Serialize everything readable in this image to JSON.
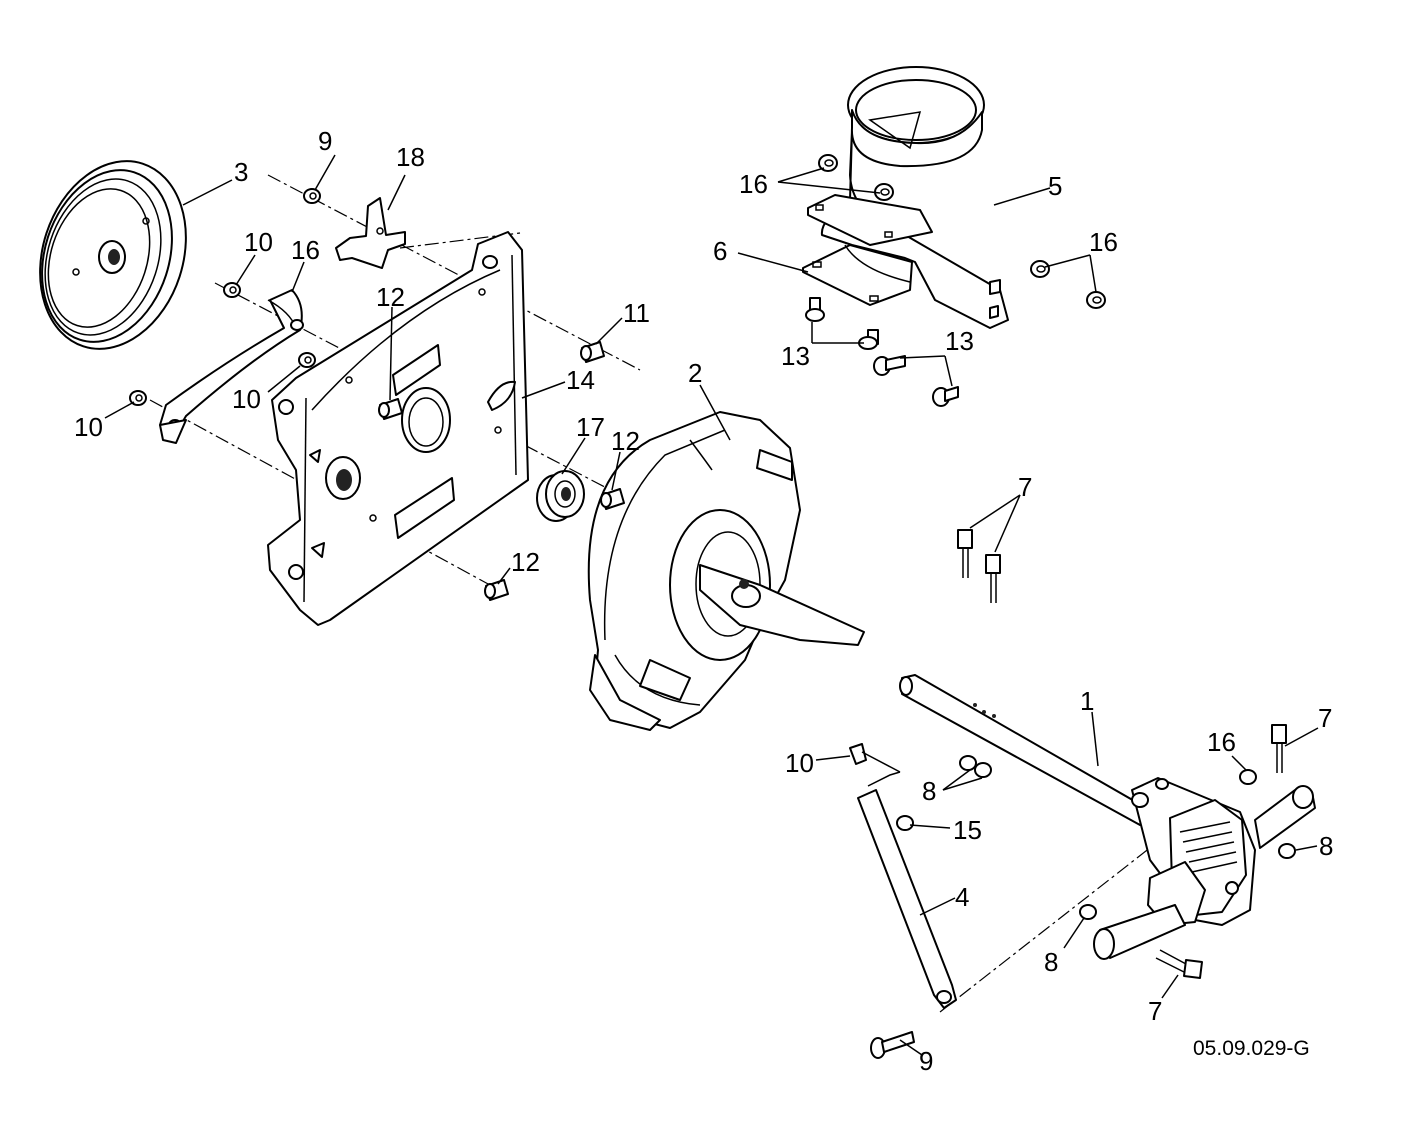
{
  "diagram": {
    "drawing_code": "05.09.029-G",
    "callouts": [
      {
        "id": "c1",
        "text": "1"
      },
      {
        "id": "c2",
        "text": "2"
      },
      {
        "id": "c3",
        "text": "3"
      },
      {
        "id": "c4",
        "text": "4"
      },
      {
        "id": "c5",
        "text": "5"
      },
      {
        "id": "c6",
        "text": "6"
      },
      {
        "id": "c7a",
        "text": "7"
      },
      {
        "id": "c7b",
        "text": "7"
      },
      {
        "id": "c7c",
        "text": "7"
      },
      {
        "id": "c8a",
        "text": "8"
      },
      {
        "id": "c8b",
        "text": "8"
      },
      {
        "id": "c8c",
        "text": "8"
      },
      {
        "id": "c9",
        "text": "9"
      },
      {
        "id": "c10a",
        "text": "10"
      },
      {
        "id": "c10b",
        "text": "10"
      },
      {
        "id": "c10c",
        "text": "10"
      },
      {
        "id": "c10d",
        "text": "10"
      },
      {
        "id": "c11",
        "text": "11"
      },
      {
        "id": "c12a",
        "text": "12"
      },
      {
        "id": "c12b",
        "text": "12"
      },
      {
        "id": "c12c",
        "text": "12"
      },
      {
        "id": "c12d",
        "text": "12"
      },
      {
        "id": "c13a",
        "text": "13"
      },
      {
        "id": "c13b",
        "text": "13"
      },
      {
        "id": "c14",
        "text": "14"
      },
      {
        "id": "c15",
        "text": "15"
      },
      {
        "id": "c16a",
        "text": "16"
      },
      {
        "id": "c16b",
        "text": "16"
      },
      {
        "id": "c16c",
        "text": "16"
      },
      {
        "id": "c16d",
        "text": "16"
      },
      {
        "id": "c17",
        "text": "17"
      },
      {
        "id": "c18",
        "text": "18"
      }
    ]
  }
}
